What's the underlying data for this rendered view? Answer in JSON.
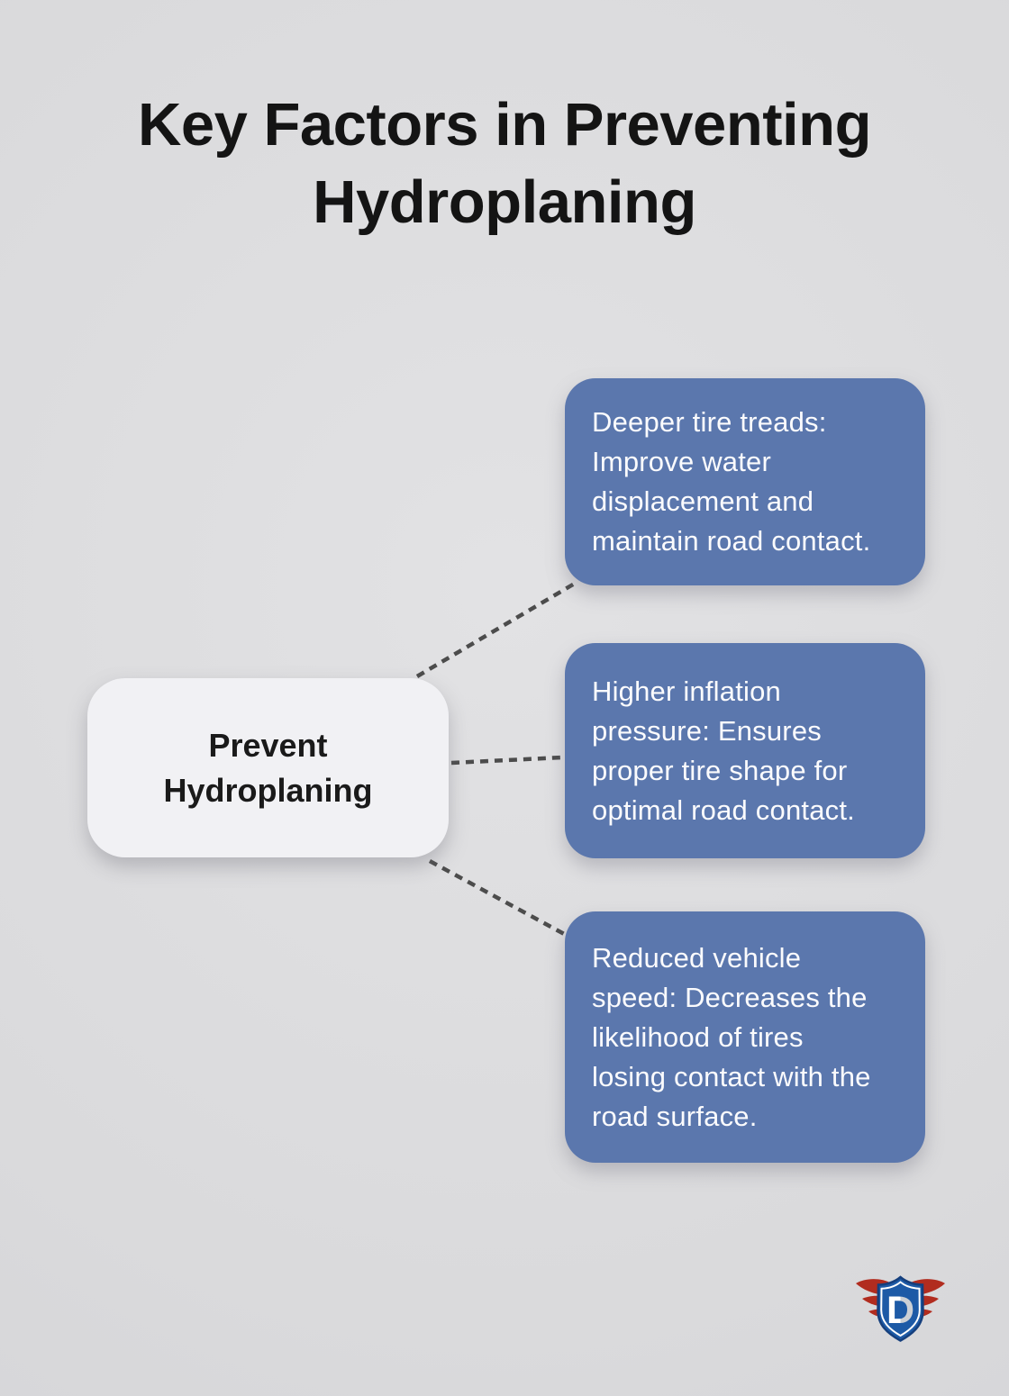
{
  "page": {
    "title_line1": "Key Factors in Preventing",
    "title_line2": "Hydroplaning"
  },
  "diagram": {
    "center_node": {
      "label": "Prevent\nHydroplaning"
    },
    "factor_nodes": [
      {
        "id": "deeper-tire-treads",
        "text": "Deeper tire treads:\nImprove water\ndisplacement and\nmaintain road contact."
      },
      {
        "id": "higher-inflation-pressure",
        "text": "Higher inflation\npressure: Ensures\nproper tire shape for\noptimal road contact."
      },
      {
        "id": "reduced-vehicle-speed",
        "text": "Reduced vehicle\nspeed: Decreases the\nlikelihood of tires\nlosing contact with the\nroad surface."
      }
    ]
  },
  "logo": {
    "letter": "D"
  },
  "colors": {
    "bg": "#dadadc",
    "bg_light": "#e2e2e4",
    "bg_dark": "#d2d2d5",
    "title_text": "#141414",
    "factor_bg": "#5b77ad",
    "factor_text": "#fbfbfd",
    "center_node_bg": "#f1f1f4",
    "center_node_text": "#1a1a1a",
    "connector": "#4c4c4c",
    "logo_blue": "#1d5aa6",
    "logo_blue_dark": "#153f7d",
    "logo_red": "#b12c1f"
  }
}
